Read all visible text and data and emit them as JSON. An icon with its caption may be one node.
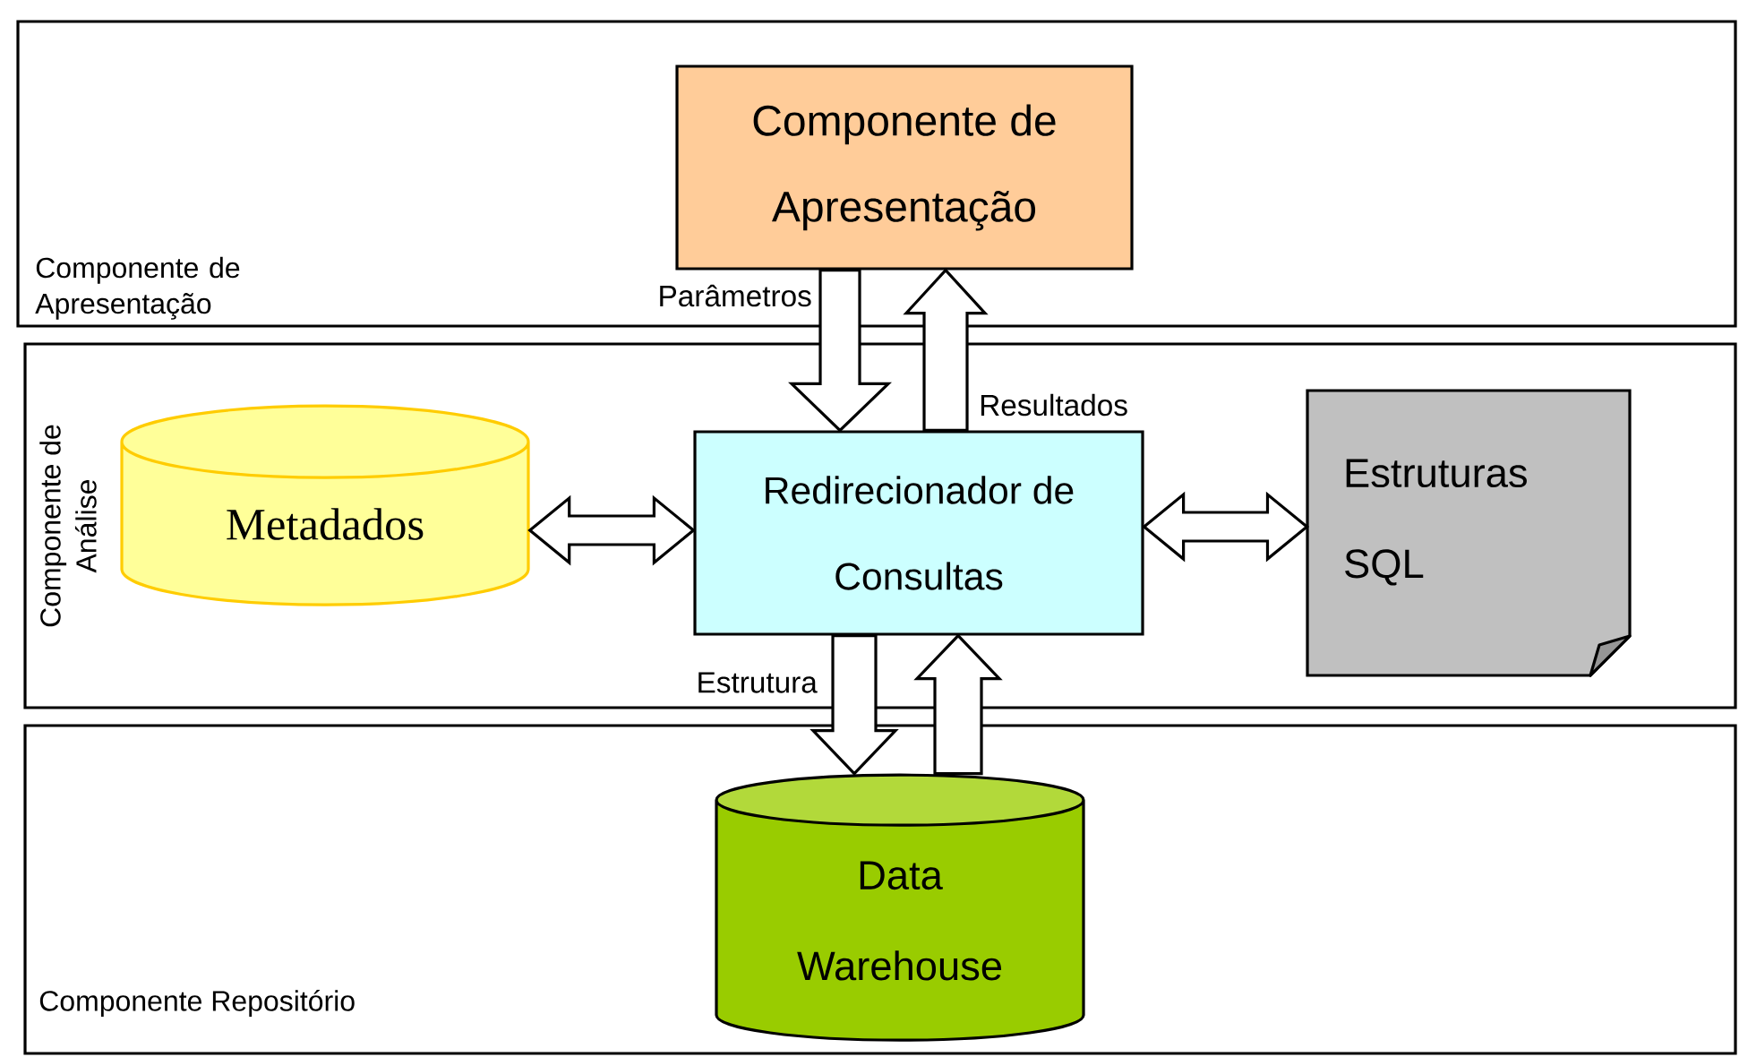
{
  "diagram": {
    "nodes": [
      {
        "text": [
          "Componente de Apresentação"
        ]
      },
      {
        "text": [
          "Componente de Análise"
        ]
      },
      {
        "text": [
          "Componente Repositório"
        ]
      },
      {
        "text": [
          "Componente de Apresentação"
        ],
        "in": 0
      },
      {
        "text": [
          "Metadados"
        ],
        "in": 1
      },
      {
        "text": [
          "Redirecionador de Consultas"
        ],
        "in": 1
      },
      {
        "text": [
          "Estruturas SQL"
        ],
        "in": 1
      },
      {
        "text": [
          "Data Warehouse"
        ],
        "in": 2
      }
    ],
    "edges": [
      {
        "from": 3,
        "to": 5,
        "arrow": "to",
        "label": "Parâmetros"
      },
      {
        "from": 5,
        "to": 3,
        "arrow": "to",
        "label": "Resultados"
      },
      {
        "from": 4,
        "to": 5,
        "arrow": "both"
      },
      {
        "from": 5,
        "to": 6,
        "arrow": "both"
      },
      {
        "from": 5,
        "to": 7,
        "arrow": "to",
        "label": "Estrutura"
      },
      {
        "from": 7,
        "to": 5,
        "arrow": "to"
      }
    ]
  }
}
